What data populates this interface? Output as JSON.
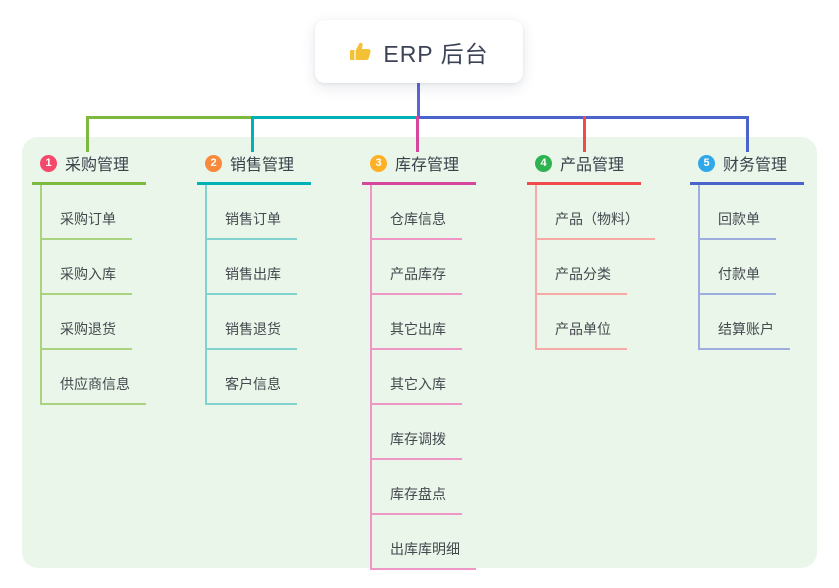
{
  "canvas": {
    "page_bg": "#ffffff",
    "panel_bg": "#e9f6e9"
  },
  "root": {
    "label": "ERP 后台",
    "icon": "thumbs-up-icon",
    "icon_color": "#f2c136",
    "line_color": "#5a65d6"
  },
  "branches": [
    {
      "num": "1",
      "title": "采购管理",
      "badge_color": "#f5496c",
      "line_color": "#7cb93e",
      "child_line_color": "#a9d37f",
      "children": [
        "采购订单",
        "采购入库",
        "采购退货",
        "供应商信息"
      ]
    },
    {
      "num": "2",
      "title": "销售管理",
      "badge_color": "#f98a3c",
      "line_color": "#00b2b5",
      "child_line_color": "#82d3cd",
      "children": [
        "销售订单",
        "销售出库",
        "销售退货",
        "客户信息"
      ]
    },
    {
      "num": "3",
      "title": "库存管理",
      "badge_color": "#ffb125",
      "line_color": "#d4479c",
      "child_line_color": "#ee96c5",
      "children": [
        "仓库信息",
        "产品库存",
        "其它出库",
        "其它入库",
        "库存调拨",
        "库存盘点",
        "出库库明细"
      ]
    },
    {
      "num": "4",
      "title": "产品管理",
      "badge_color": "#2eb350",
      "line_color": "#f04a4c",
      "child_line_color": "#f8aaa6",
      "children": [
        "产品（物料）",
        "产品分类",
        "产品单位"
      ]
    },
    {
      "num": "5",
      "title": "财务管理",
      "badge_color": "#2fa8e9",
      "line_color": "#4a64cb",
      "child_line_color": "#9cadde",
      "children": [
        "回款单",
        "付款单",
        "结算账户"
      ]
    }
  ]
}
